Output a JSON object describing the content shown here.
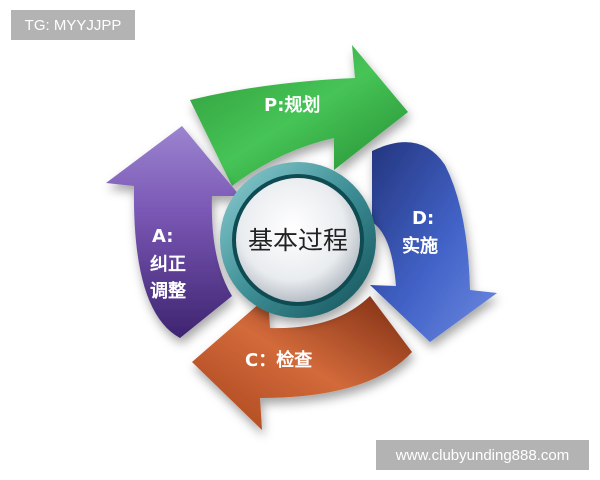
{
  "watermarks": {
    "top_left": "TG: MYYJJPP",
    "bottom_right": "www.clubyunding888.com"
  },
  "diagram": {
    "center": "基本过程",
    "stages": {
      "plan": {
        "label": "P:规划",
        "color": "#3cb548"
      },
      "do": {
        "label_line1": "D:",
        "label_line2": "实施",
        "color": "#3a5bbf"
      },
      "check": {
        "label": "C：检查",
        "color": "#c85a2c"
      },
      "act": {
        "label_line1": "A:",
        "label_line2": "纠正",
        "label_line3": "调整",
        "color": "#7e5bb5"
      }
    }
  }
}
